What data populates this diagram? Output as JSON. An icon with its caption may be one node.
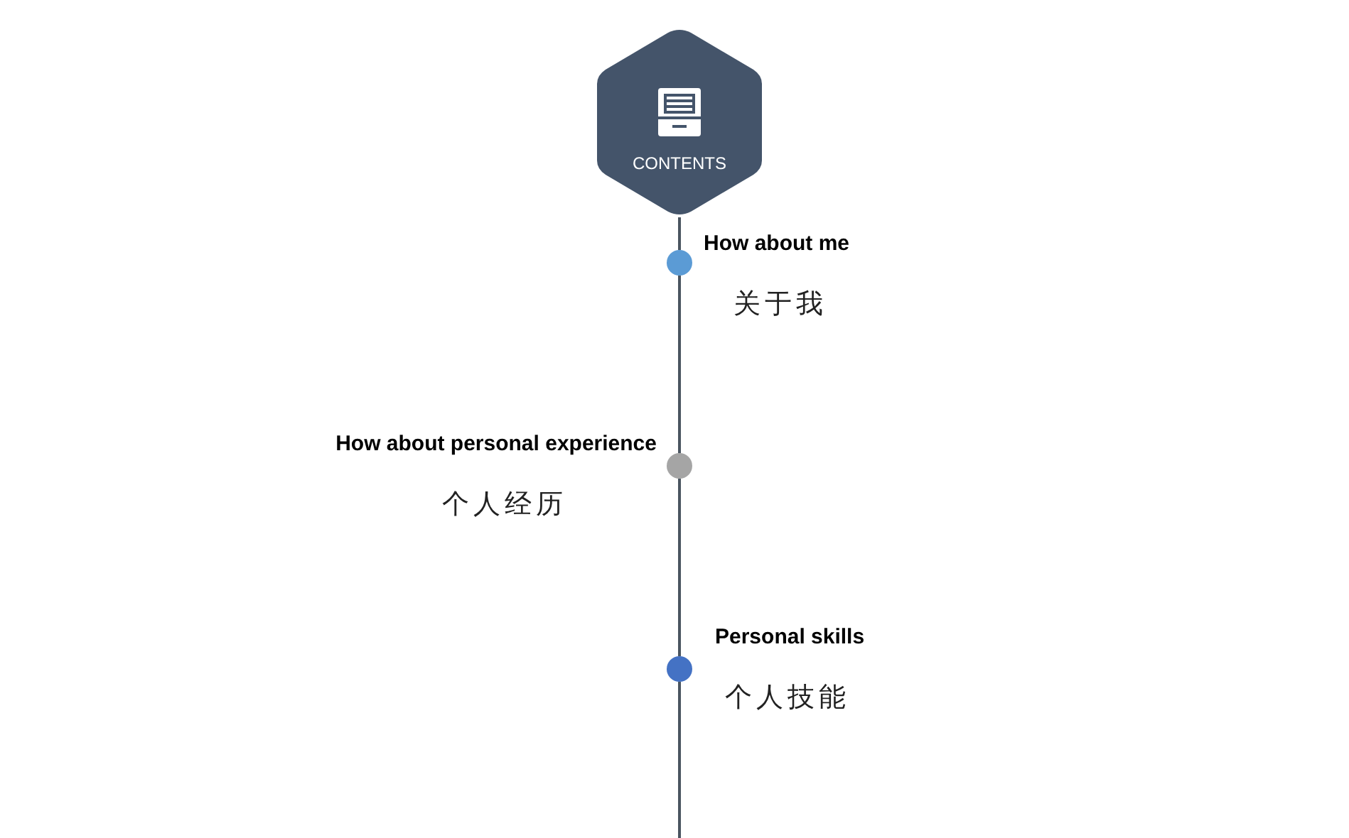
{
  "diagram": {
    "nodes": [
      {
        "text": [
          "CONTENTS"
        ]
      },
      {
        "text": [],
        "shape": "circle",
        "beside": [
          "How about me",
          "关于我"
        ]
      },
      {
        "text": [],
        "shape": "circle",
        "beside": [
          "How about personal experience",
          "个人经历"
        ]
      },
      {
        "text": [],
        "shape": "circle",
        "beside": [
          "Personal skills",
          "个人技能"
        ]
      }
    ],
    "edges": [
      {
        "from": 0,
        "to": 1,
        "arrow": "none"
      },
      {
        "from": 1,
        "to": 2,
        "arrow": "none"
      },
      {
        "from": 2,
        "to": 3,
        "arrow": "none"
      },
      {
        "from": 3,
        "to": null,
        "arrow": "none"
      }
    ]
  }
}
